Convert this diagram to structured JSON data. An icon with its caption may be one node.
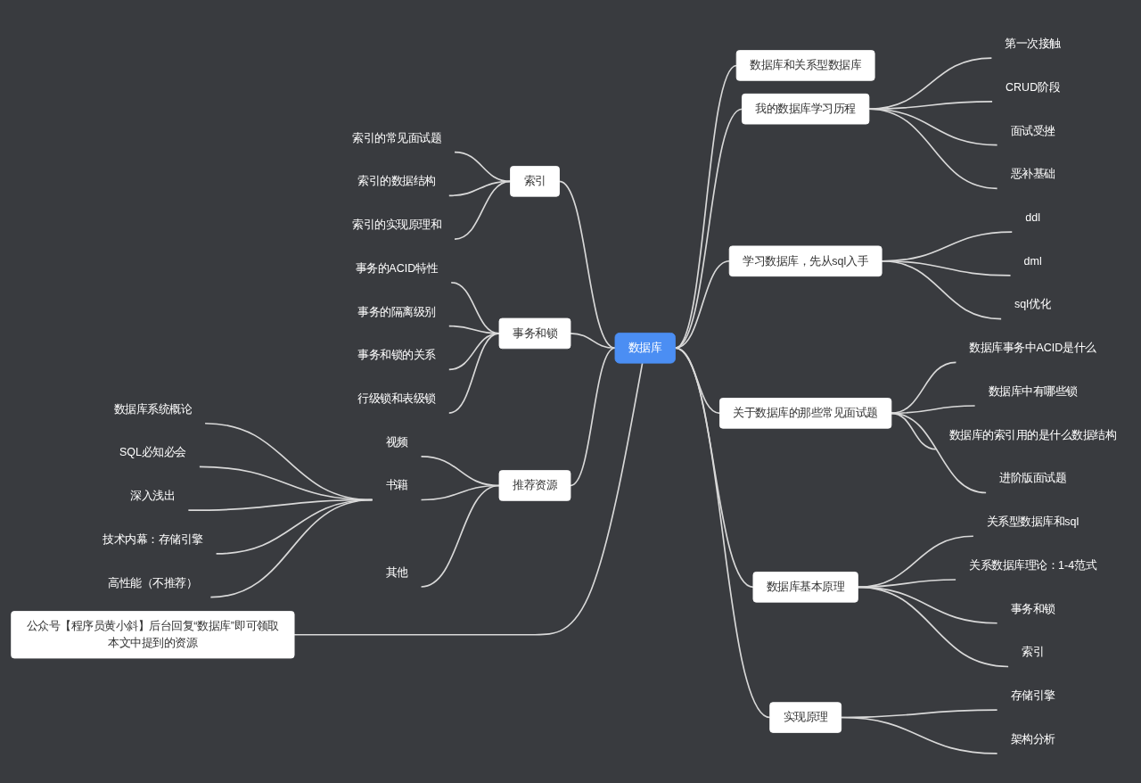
{
  "diagram": {
    "nodes": [
      {
        "text": [
          "数据库"
        ]
      },
      {
        "text": [
          "数据库和关系型数据库"
        ]
      },
      {
        "text": [
          "我的数据库学习历程"
        ]
      },
      {
        "text": [
          "第一次接触"
        ]
      },
      {
        "text": [
          "CRUD阶段"
        ]
      },
      {
        "text": [
          "面试受挫"
        ]
      },
      {
        "text": [
          "恶补基础"
        ]
      },
      {
        "text": [
          "学习数据库，先从sql入手"
        ]
      },
      {
        "text": [
          "ddl"
        ]
      },
      {
        "text": [
          "dml"
        ]
      },
      {
        "text": [
          "sql优化"
        ]
      },
      {
        "text": [
          "关于数据库的那些常见面试题"
        ]
      },
      {
        "text": [
          "数据库事务中ACID是什么"
        ]
      },
      {
        "text": [
          "数据库中有哪些锁"
        ]
      },
      {
        "text": [
          "数据库的索引用的是什么数据结构"
        ]
      },
      {
        "text": [
          "进阶版面试题"
        ]
      },
      {
        "text": [
          "数据库基本原理"
        ]
      },
      {
        "text": [
          "关系型数据库和sql"
        ]
      },
      {
        "text": [
          "关系数据库理论：1-4范式"
        ]
      },
      {
        "text": [
          "事务和锁"
        ]
      },
      {
        "text": [
          "索引"
        ]
      },
      {
        "text": [
          "实现原理"
        ]
      },
      {
        "text": [
          "存储引擎"
        ]
      },
      {
        "text": [
          "架构分析"
        ]
      },
      {
        "text": [
          "索引"
        ]
      },
      {
        "text": [
          "索引的常见面试题"
        ]
      },
      {
        "text": [
          "索引的数据结构"
        ]
      },
      {
        "text": [
          "索引的实现原理和"
        ]
      },
      {
        "text": [
          "事务和锁"
        ]
      },
      {
        "text": [
          "事务的ACID特性"
        ]
      },
      {
        "text": [
          "事务的隔离级别"
        ]
      },
      {
        "text": [
          "事务和锁的关系"
        ]
      },
      {
        "text": [
          "行级锁和表级锁"
        ]
      },
      {
        "text": [
          "推荐资源"
        ]
      },
      {
        "text": [
          "视频"
        ]
      },
      {
        "text": [
          "书籍"
        ]
      },
      {
        "text": [
          "数据库系统概论"
        ]
      },
      {
        "text": [
          "SQL必知必会"
        ]
      },
      {
        "text": [
          "深入浅出"
        ]
      },
      {
        "text": [
          "技术内幕：存储引擎"
        ]
      },
      {
        "text": [
          "高性能（不推荐）"
        ]
      },
      {
        "text": [
          "其他"
        ]
      },
      {
        "text": [
          "公众号【程序员黄小斜】后台回复“数据库”即可领取本文中提到的资源"
        ]
      }
    ],
    "edges": [
      {
        "from": 0,
        "to": 1,
        "arrow": "none"
      },
      {
        "from": 0,
        "to": 2,
        "arrow": "none"
      },
      {
        "from": 2,
        "to": 3,
        "arrow": "none"
      },
      {
        "from": 2,
        "to": 4,
        "arrow": "none"
      },
      {
        "from": 2,
        "to": 5,
        "arrow": "none"
      },
      {
        "from": 2,
        "to": 6,
        "arrow": "none"
      },
      {
        "from": 0,
        "to": 7,
        "arrow": "none"
      },
      {
        "from": 7,
        "to": 8,
        "arrow": "none"
      },
      {
        "from": 7,
        "to": 9,
        "arrow": "none"
      },
      {
        "from": 7,
        "to": 10,
        "arrow": "none"
      },
      {
        "from": 0,
        "to": 11,
        "arrow": "none"
      },
      {
        "from": 11,
        "to": 12,
        "arrow": "none"
      },
      {
        "from": 11,
        "to": 13,
        "arrow": "none"
      },
      {
        "from": 11,
        "to": 14,
        "arrow": "none"
      },
      {
        "from": 11,
        "to": 15,
        "arrow": "none"
      },
      {
        "from": 0,
        "to": 16,
        "arrow": "none"
      },
      {
        "from": 16,
        "to": 17,
        "arrow": "none"
      },
      {
        "from": 16,
        "to": 18,
        "arrow": "none"
      },
      {
        "from": 16,
        "to": 19,
        "arrow": "none"
      },
      {
        "from": 16,
        "to": 20,
        "arrow": "none"
      },
      {
        "from": 0,
        "to": 21,
        "arrow": "none"
      },
      {
        "from": 21,
        "to": 22,
        "arrow": "none"
      },
      {
        "from": 21,
        "to": 23,
        "arrow": "none"
      },
      {
        "from": 24,
        "to": 0,
        "arrow": "none"
      },
      {
        "from": 25,
        "to": 24,
        "arrow": "none"
      },
      {
        "from": 26,
        "to": 24,
        "arrow": "none"
      },
      {
        "from": 27,
        "to": 24,
        "arrow": "none"
      },
      {
        "from": 28,
        "to": 0,
        "arrow": "none"
      },
      {
        "from": 29,
        "to": 28,
        "arrow": "none"
      },
      {
        "from": 30,
        "to": 28,
        "arrow": "none"
      },
      {
        "from": 31,
        "to": 28,
        "arrow": "none"
      },
      {
        "from": 32,
        "to": 28,
        "arrow": "none"
      },
      {
        "from": 33,
        "to": 0,
        "arrow": "none"
      },
      {
        "from": 34,
        "to": 33,
        "arrow": "none"
      },
      {
        "from": 35,
        "to": 33,
        "arrow": "none"
      },
      {
        "from": 36,
        "to": 35,
        "arrow": "none"
      },
      {
        "from": 37,
        "to": 35,
        "arrow": "none"
      },
      {
        "from": 38,
        "to": 35,
        "arrow": "none"
      },
      {
        "from": 39,
        "to": 35,
        "arrow": "none"
      },
      {
        "from": 40,
        "to": 35,
        "arrow": "none"
      },
      {
        "from": 41,
        "to": 33,
        "arrow": "none"
      },
      {
        "from": 42,
        "to": 0,
        "arrow": "none"
      }
    ]
  }
}
